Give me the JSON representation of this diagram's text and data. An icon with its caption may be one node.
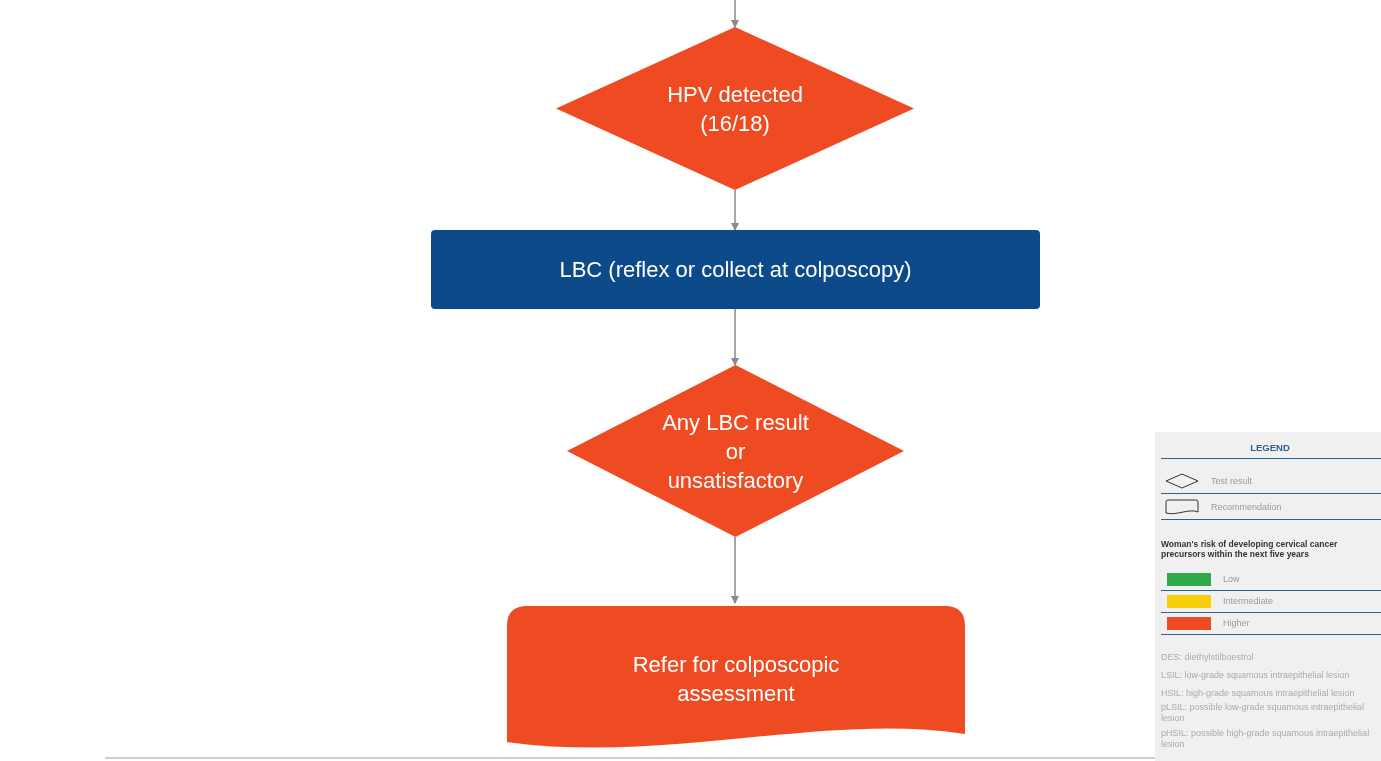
{
  "diagram": {
    "nodes": [
      {
        "text": [
          "HPV detected (16/18)"
        ]
      },
      {
        "text": [
          "LBC (reflex or collect at colposcopy)"
        ]
      },
      {
        "text": [
          "Any LBC result or unsatisfactory"
        ]
      },
      {
        "text": [
          "Refer for colposcopic assessment"
        ]
      }
    ],
    "edges": [
      {
        "from": null,
        "to": 0,
        "arrow": "to"
      },
      {
        "from": 0,
        "to": 1,
        "arrow": "to"
      },
      {
        "from": 1,
        "to": 2,
        "arrow": "to"
      },
      {
        "from": 2,
        "to": 3,
        "arrow": "to"
      }
    ],
    "labels": [
      "LEGEND",
      "Woman's risk of developing cervical cancer precursors within the next five years",
      "DES: diethylstilboestrol",
      "LSIL: low-grade squamous intraepithelial lesion",
      "HSIL: high-grade squamous intraepithelial lesion",
      "pLSIL: possible low-grade squamous intraepithelial lesion",
      "pHSIL: possible high-grade squamous intraepithelial lesion"
    ],
    "legend": [
      {
        "text": "Test result"
      },
      {
        "text": "Recommendation"
      },
      {
        "text": "Low",
        "color": "#2fa84a"
      },
      {
        "text": "Intermediate",
        "color": "#f7cf0a"
      },
      {
        "text": "Higher",
        "color": "#ef4b23"
      }
    ]
  }
}
